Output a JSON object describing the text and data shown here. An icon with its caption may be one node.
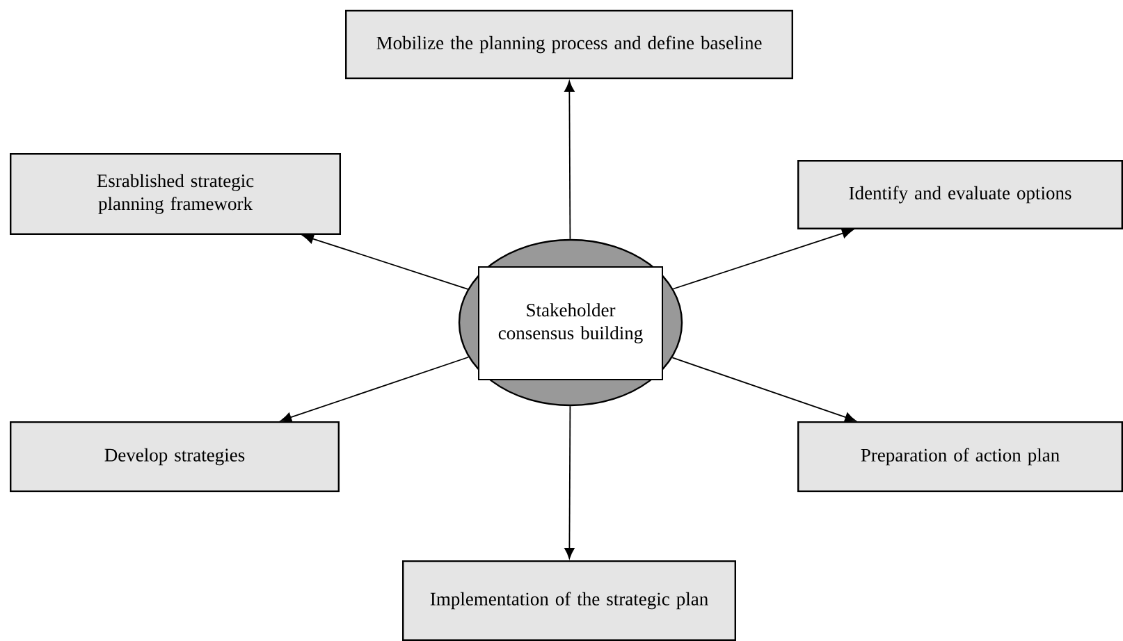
{
  "diagram": {
    "nodes": [
      {
        "text": [
          "Stakeholder consensus building"
        ]
      },
      {
        "text": [
          "Mobilize the planning process and define baseline"
        ]
      },
      {
        "text": [
          "Esrablished strategic planning framework"
        ]
      },
      {
        "text": [
          "Identify and evaluate options"
        ]
      },
      {
        "text": [
          "Develop strategies"
        ]
      },
      {
        "text": [
          "Preparation of action plan"
        ]
      },
      {
        "text": [
          "Implementation of the strategic plan"
        ]
      }
    ],
    "edges": [
      {
        "from": 0,
        "to": 1,
        "arrow": "to"
      },
      {
        "from": 0,
        "to": 2,
        "arrow": "to"
      },
      {
        "from": 0,
        "to": 3,
        "arrow": "to"
      },
      {
        "from": 0,
        "to": 4,
        "arrow": "to"
      },
      {
        "from": 0,
        "to": 5,
        "arrow": "to"
      },
      {
        "from": 0,
        "to": 6,
        "arrow": "to"
      }
    ]
  }
}
